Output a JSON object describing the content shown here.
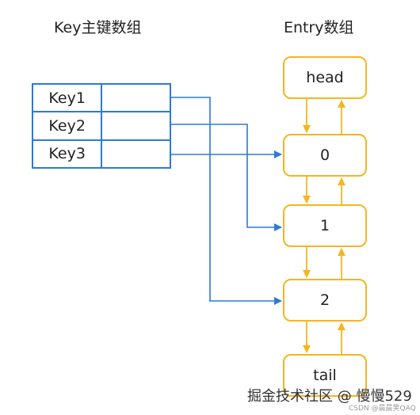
{
  "headings": {
    "key_array": "Key主键数组",
    "entry_array": "Entry数组"
  },
  "key_array": [
    {
      "key": "Key1",
      "value": ""
    },
    {
      "key": "Key2",
      "value": ""
    },
    {
      "key": "Key3",
      "value": ""
    }
  ],
  "entries": [
    {
      "label": "head"
    },
    {
      "label": "0"
    },
    {
      "label": "1"
    },
    {
      "label": "2"
    },
    {
      "label": "tail"
    }
  ],
  "links": [
    {
      "from": "Key1",
      "to": "2"
    },
    {
      "from": "Key2",
      "to": "1"
    },
    {
      "from": "Key3",
      "to": "0"
    }
  ],
  "colors": {
    "key_array": "#2b7bd6",
    "entry_node": "#f6b51d"
  },
  "watermark": {
    "main": "掘金技术社区 @ 慢慢529",
    "sub": "CSDN @晨晨笑QAQ"
  }
}
